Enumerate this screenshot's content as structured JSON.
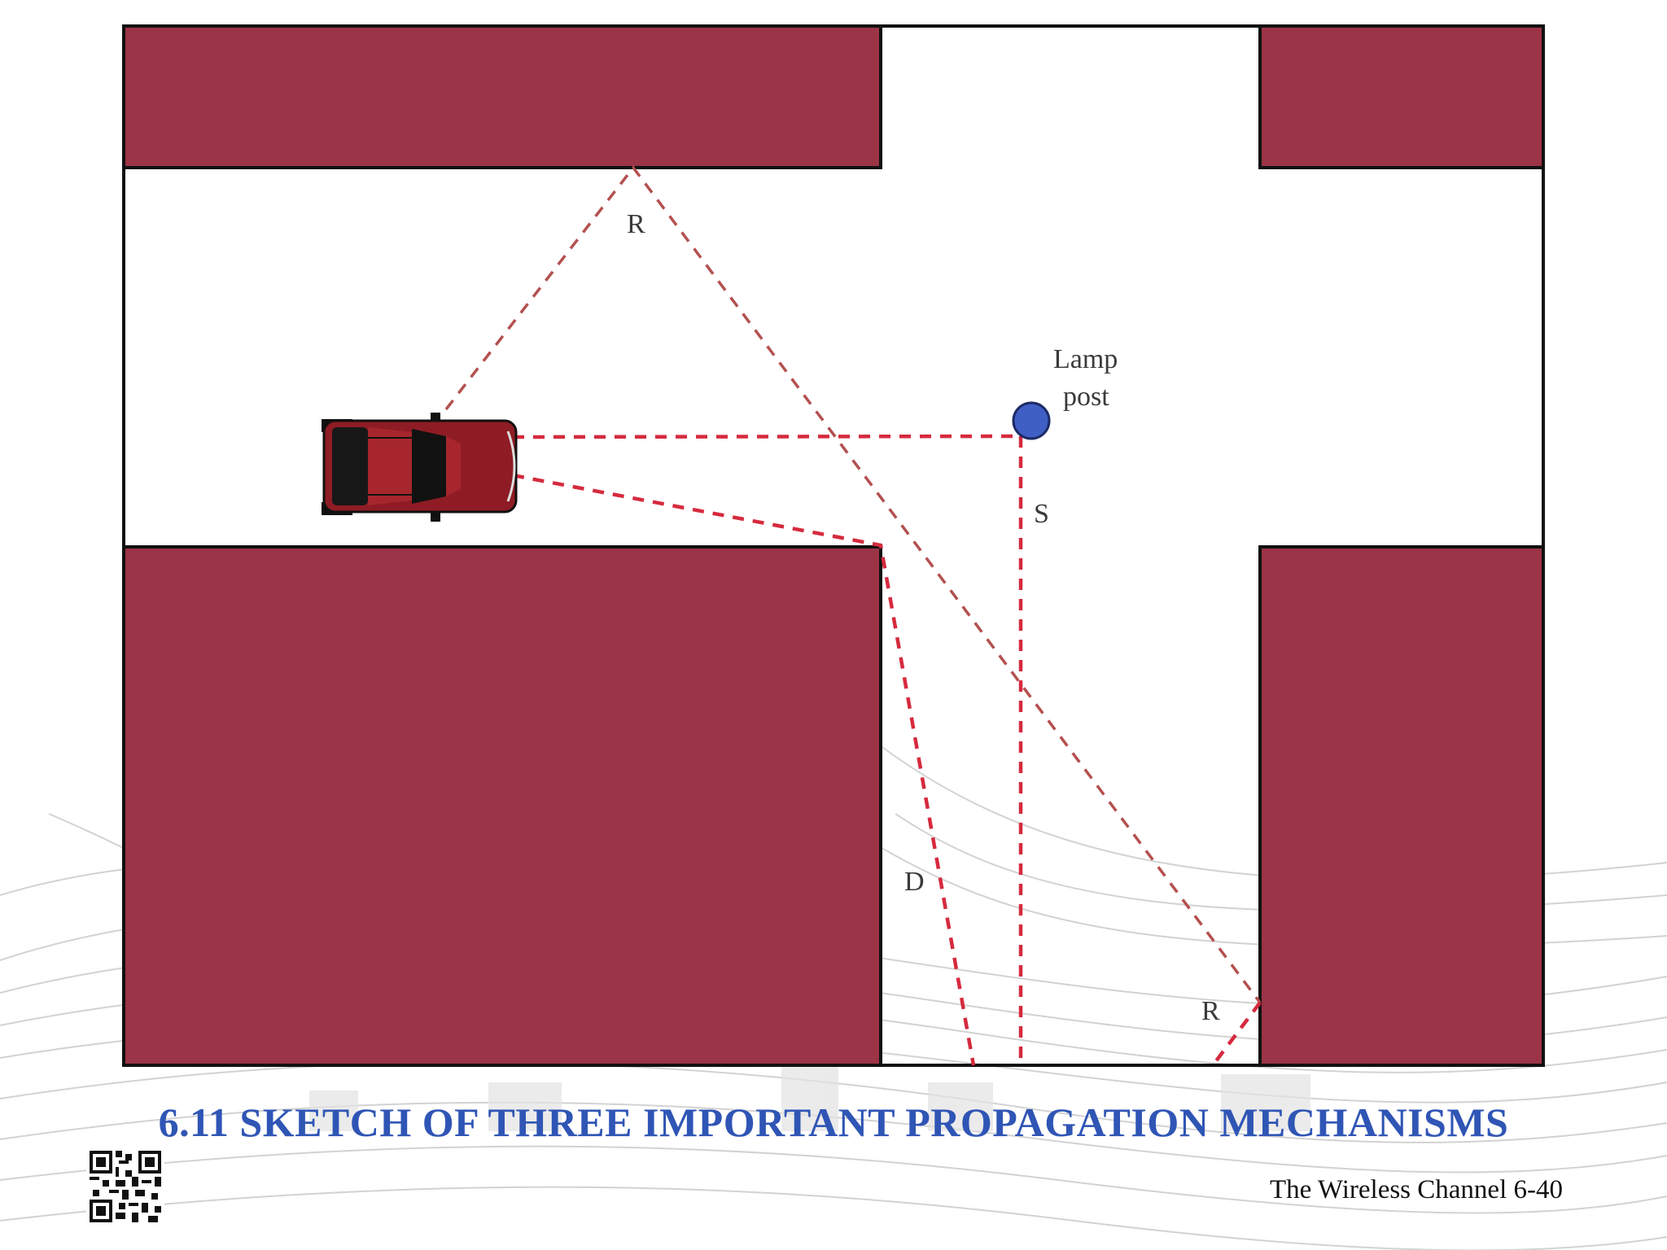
{
  "title": "6.11 SKETCH OF THREE IMPORTANT PROPAGATION MECHANISMS",
  "footer": "The Wireless Channel 6-40",
  "diagram": {
    "labels": {
      "reflection_top": "R",
      "lamp_line1": "Lamp",
      "lamp_line2": "post",
      "scattering": "S",
      "diffraction": "D",
      "reflection_bottom": "R"
    },
    "objects": [
      "car",
      "lamp-post",
      "buildings"
    ]
  },
  "colors": {
    "building": "#9b3446",
    "ray": "#d62a3e",
    "ray_faint": "#b45050",
    "lamp": "#3f5fc4",
    "title": "#2f55b5"
  }
}
